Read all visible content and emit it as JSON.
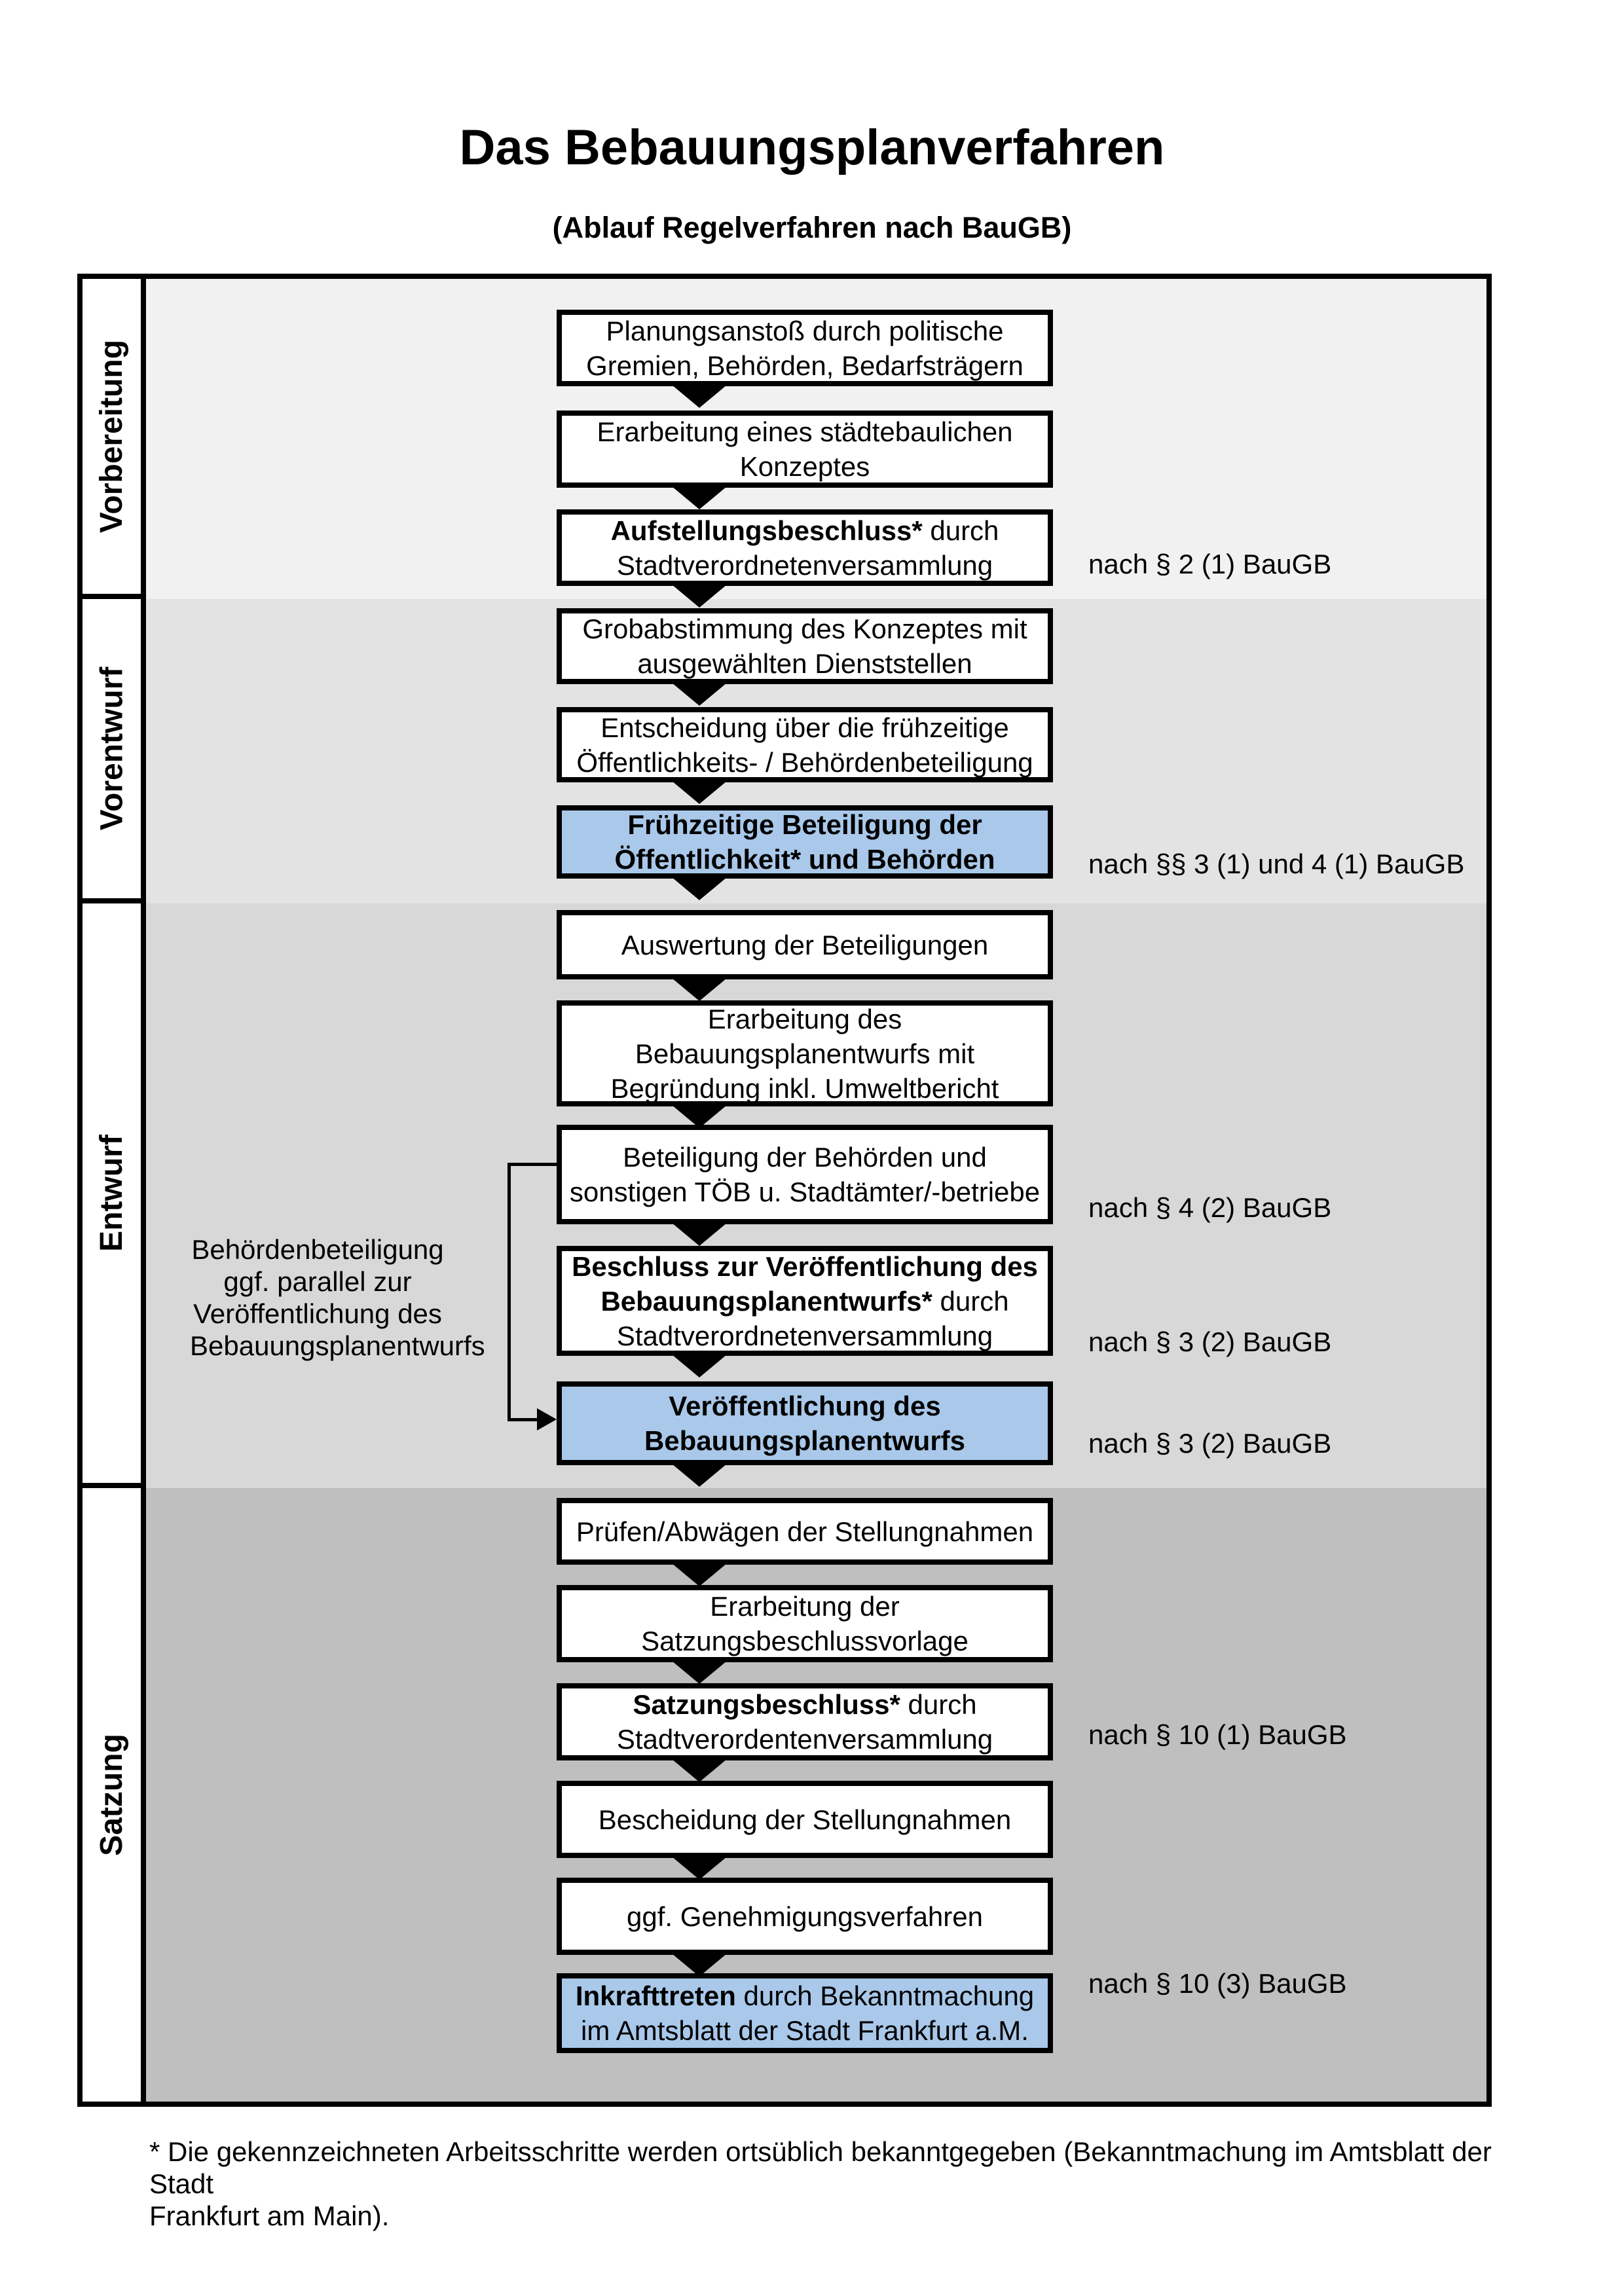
{
  "title": "Das Bebauungsplanverfahren",
  "subtitle": "(Ablauf Regelverfahren nach BauGB)",
  "phases": [
    {
      "label": "Vorbereitung"
    },
    {
      "label": "Vorentwurf"
    },
    {
      "label": "Entwurf"
    },
    {
      "label": "Satzung"
    }
  ],
  "steps": [
    {
      "bold": "",
      "text": "Planungsanstoß durch politische\nGremien, Behörden, Bedarfsträgern",
      "highlighted": false
    },
    {
      "bold": "",
      "text": "Erarbeitung eines städtebaulichen\nKonzeptes",
      "highlighted": false
    },
    {
      "bold": "Aufstellungsbeschluss*",
      "text": " durch\nStadtverordnetenversammlung",
      "highlighted": false
    },
    {
      "bold": "",
      "text": "Grobabstimmung des Konzeptes mit\nausgewählten Dienststellen",
      "highlighted": false
    },
    {
      "bold": "",
      "text": "Entscheidung über die frühzeitige\nÖffentlichkeits- / Behördenbeteiligung",
      "highlighted": false
    },
    {
      "bold": "Frühzeitige Beteiligung der\nÖffentlichkeit* und Behörden",
      "text": "",
      "highlighted": true
    },
    {
      "bold": "",
      "text": "Auswertung der Beteiligungen",
      "highlighted": false
    },
    {
      "bold": "",
      "text": "Erarbeitung des\nBebauungsplanentwurfs mit\nBegründung inkl. Umweltbericht",
      "highlighted": false
    },
    {
      "bold": "",
      "text": "Beteiligung der Behörden und\nsonstigen TÖB u. Stadtämter/-betriebe",
      "highlighted": false
    },
    {
      "bold": "Beschluss zur Veröffentlichung des\nBebauungsplanentwurfs*",
      "text": " durch\nStadtverordnetenversammlung",
      "highlighted": false
    },
    {
      "bold": "Veröffentlichung des\nBebauungsplanentwurfs",
      "text": "",
      "highlighted": true
    },
    {
      "bold": "",
      "text": "Prüfen/Abwägen der Stellungnahmen",
      "highlighted": false
    },
    {
      "bold": "",
      "text": "Erarbeitung der\nSatzungsbeschlussvorlage",
      "highlighted": false
    },
    {
      "bold": "Satzungsbeschluss*",
      "text": " durch\nStadtverordentenversammlung",
      "highlighted": false
    },
    {
      "bold": "",
      "text": "Bescheidung der Stellungnahmen",
      "highlighted": false
    },
    {
      "bold": "",
      "text": "ggf. Genehmigungsverfahren",
      "highlighted": false
    },
    {
      "bold": "Inkrafttreten",
      "text": " durch Bekanntmachung\nim Amtsblatt der Stadt Frankfurt a.M.",
      "highlighted": true
    }
  ],
  "legal_refs": [
    {
      "text": "nach § 2 (1) BauGB"
    },
    {
      "text": "nach §§ 3 (1) und 4 (1) BauGB"
    },
    {
      "text": "nach § 4 (2) BauGB"
    },
    {
      "text": "nach § 3 (2) BauGB"
    },
    {
      "text": "nach § 3 (2) BauGB"
    },
    {
      "text": "nach § 10 (1) BauGB"
    },
    {
      "text": "nach § 10 (3) BauGB"
    }
  ],
  "left_note": "Behördenbeteiligung\nggf. parallel zur\nVeröffentlichung des\nBebauungsplanentwurfs",
  "footnote": "* Die gekennzeichneten Arbeitsschritte werden ortsüblich bekanntgegeben (Bekanntmachung im Amtsblatt  der Stadt\nFrankfurt am Main).",
  "colors": {
    "accent_blue": "#a9c8ea",
    "band_vorbereitung": "#f1f1f1",
    "band_vorentwurf": "#e3e3e3",
    "band_entwurf": "#d8d8d8",
    "band_satzung": "#bfbfbf",
    "line": "#000000"
  }
}
